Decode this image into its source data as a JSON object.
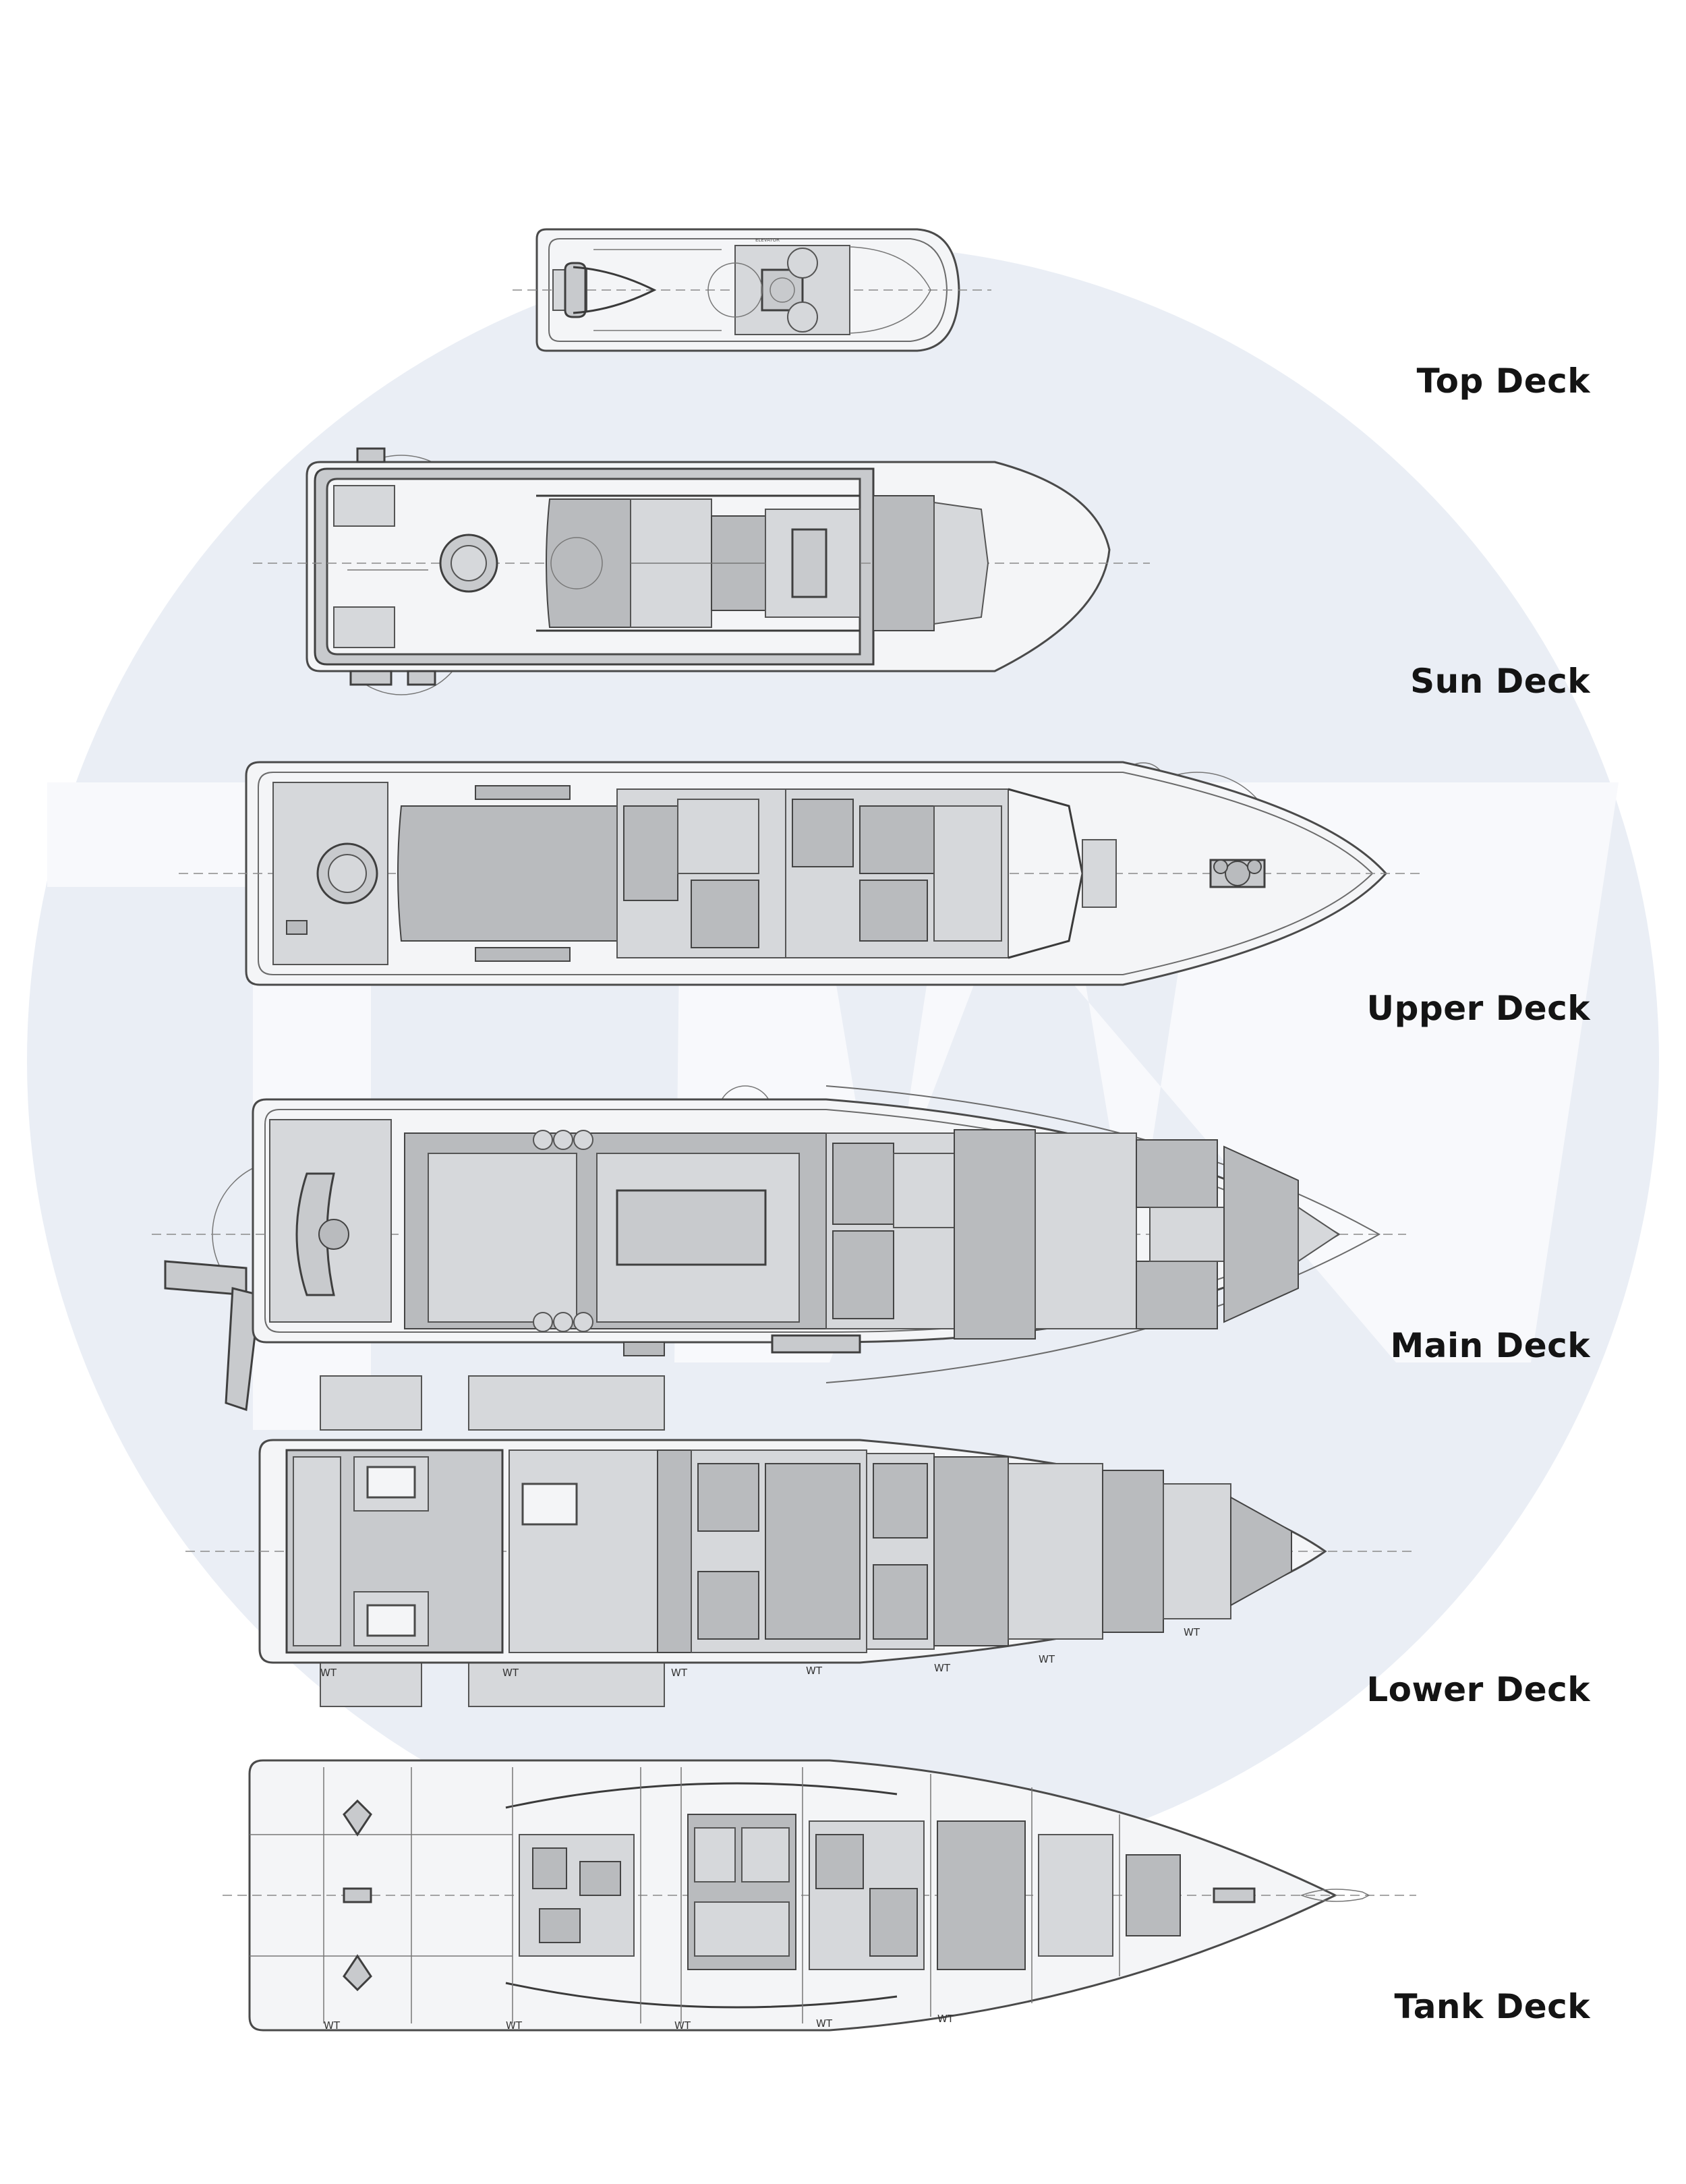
{
  "decks": [
    {
      "id": "top",
      "label": "Top Deck"
    },
    {
      "id": "sun",
      "label": "Sun Deck"
    },
    {
      "id": "upper",
      "label": "Upper Deck"
    },
    {
      "id": "main",
      "label": "Main Deck"
    },
    {
      "id": "lower",
      "label": "Lower Deck"
    },
    {
      "id": "tank",
      "label": "Tank Deck"
    }
  ],
  "watertight_marker": "WT",
  "colors": {
    "background": "#ffffff",
    "watermark_circle": "#eaeef5",
    "watermark_letters": "#f8f9fc",
    "drawing_line": "#3f3f3f",
    "room_fill": "#b9bbbe",
    "label_text": "#141414"
  }
}
